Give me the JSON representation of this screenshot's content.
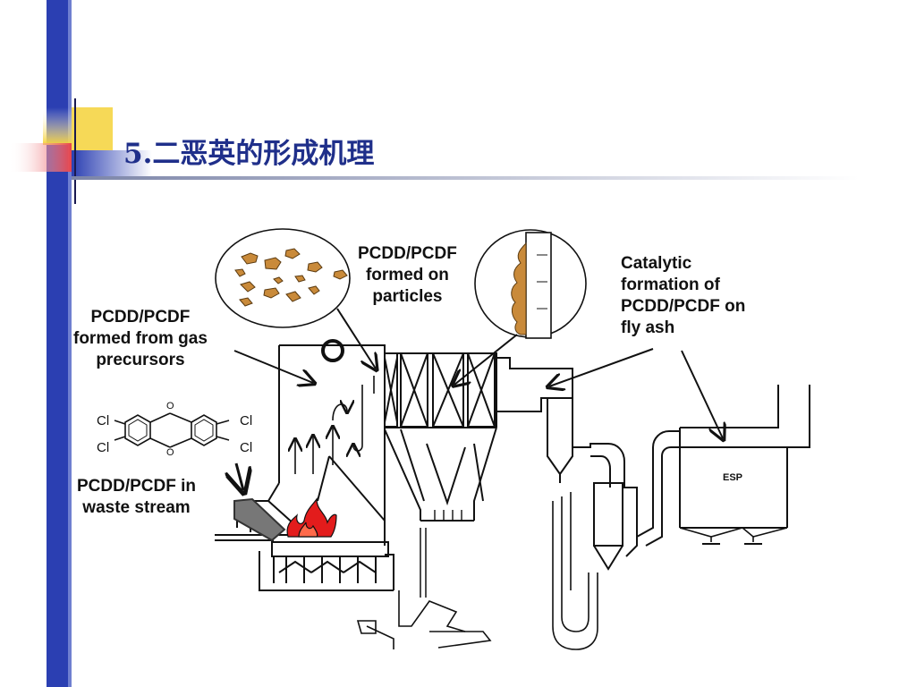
{
  "slide": {
    "title": "5.二恶英的形成机理"
  },
  "diagram": {
    "labels": {
      "particles": [
        "PCDD/PCDF",
        "formed on",
        "particles"
      ],
      "gas_precursors": [
        "PCDD/PCDF",
        "formed from gas",
        "precursors"
      ],
      "catalytic": [
        "Catalytic",
        "formation of",
        "PCDD/PCDF on",
        "fly ash"
      ],
      "waste_stream": [
        "PCDD/PCDF in",
        "waste stream"
      ]
    },
    "molecule": {
      "substituent": "Cl",
      "bridge": "O"
    },
    "equipment": {
      "esp": "ESP"
    }
  },
  "colors": {
    "title": "#1f2f8a",
    "sidebar": "#2b3fb2",
    "accent_yellow": "#f5d23a",
    "accent_red": "#e8434a",
    "fire": "#e31c1c",
    "particle": "#c98a3a"
  }
}
